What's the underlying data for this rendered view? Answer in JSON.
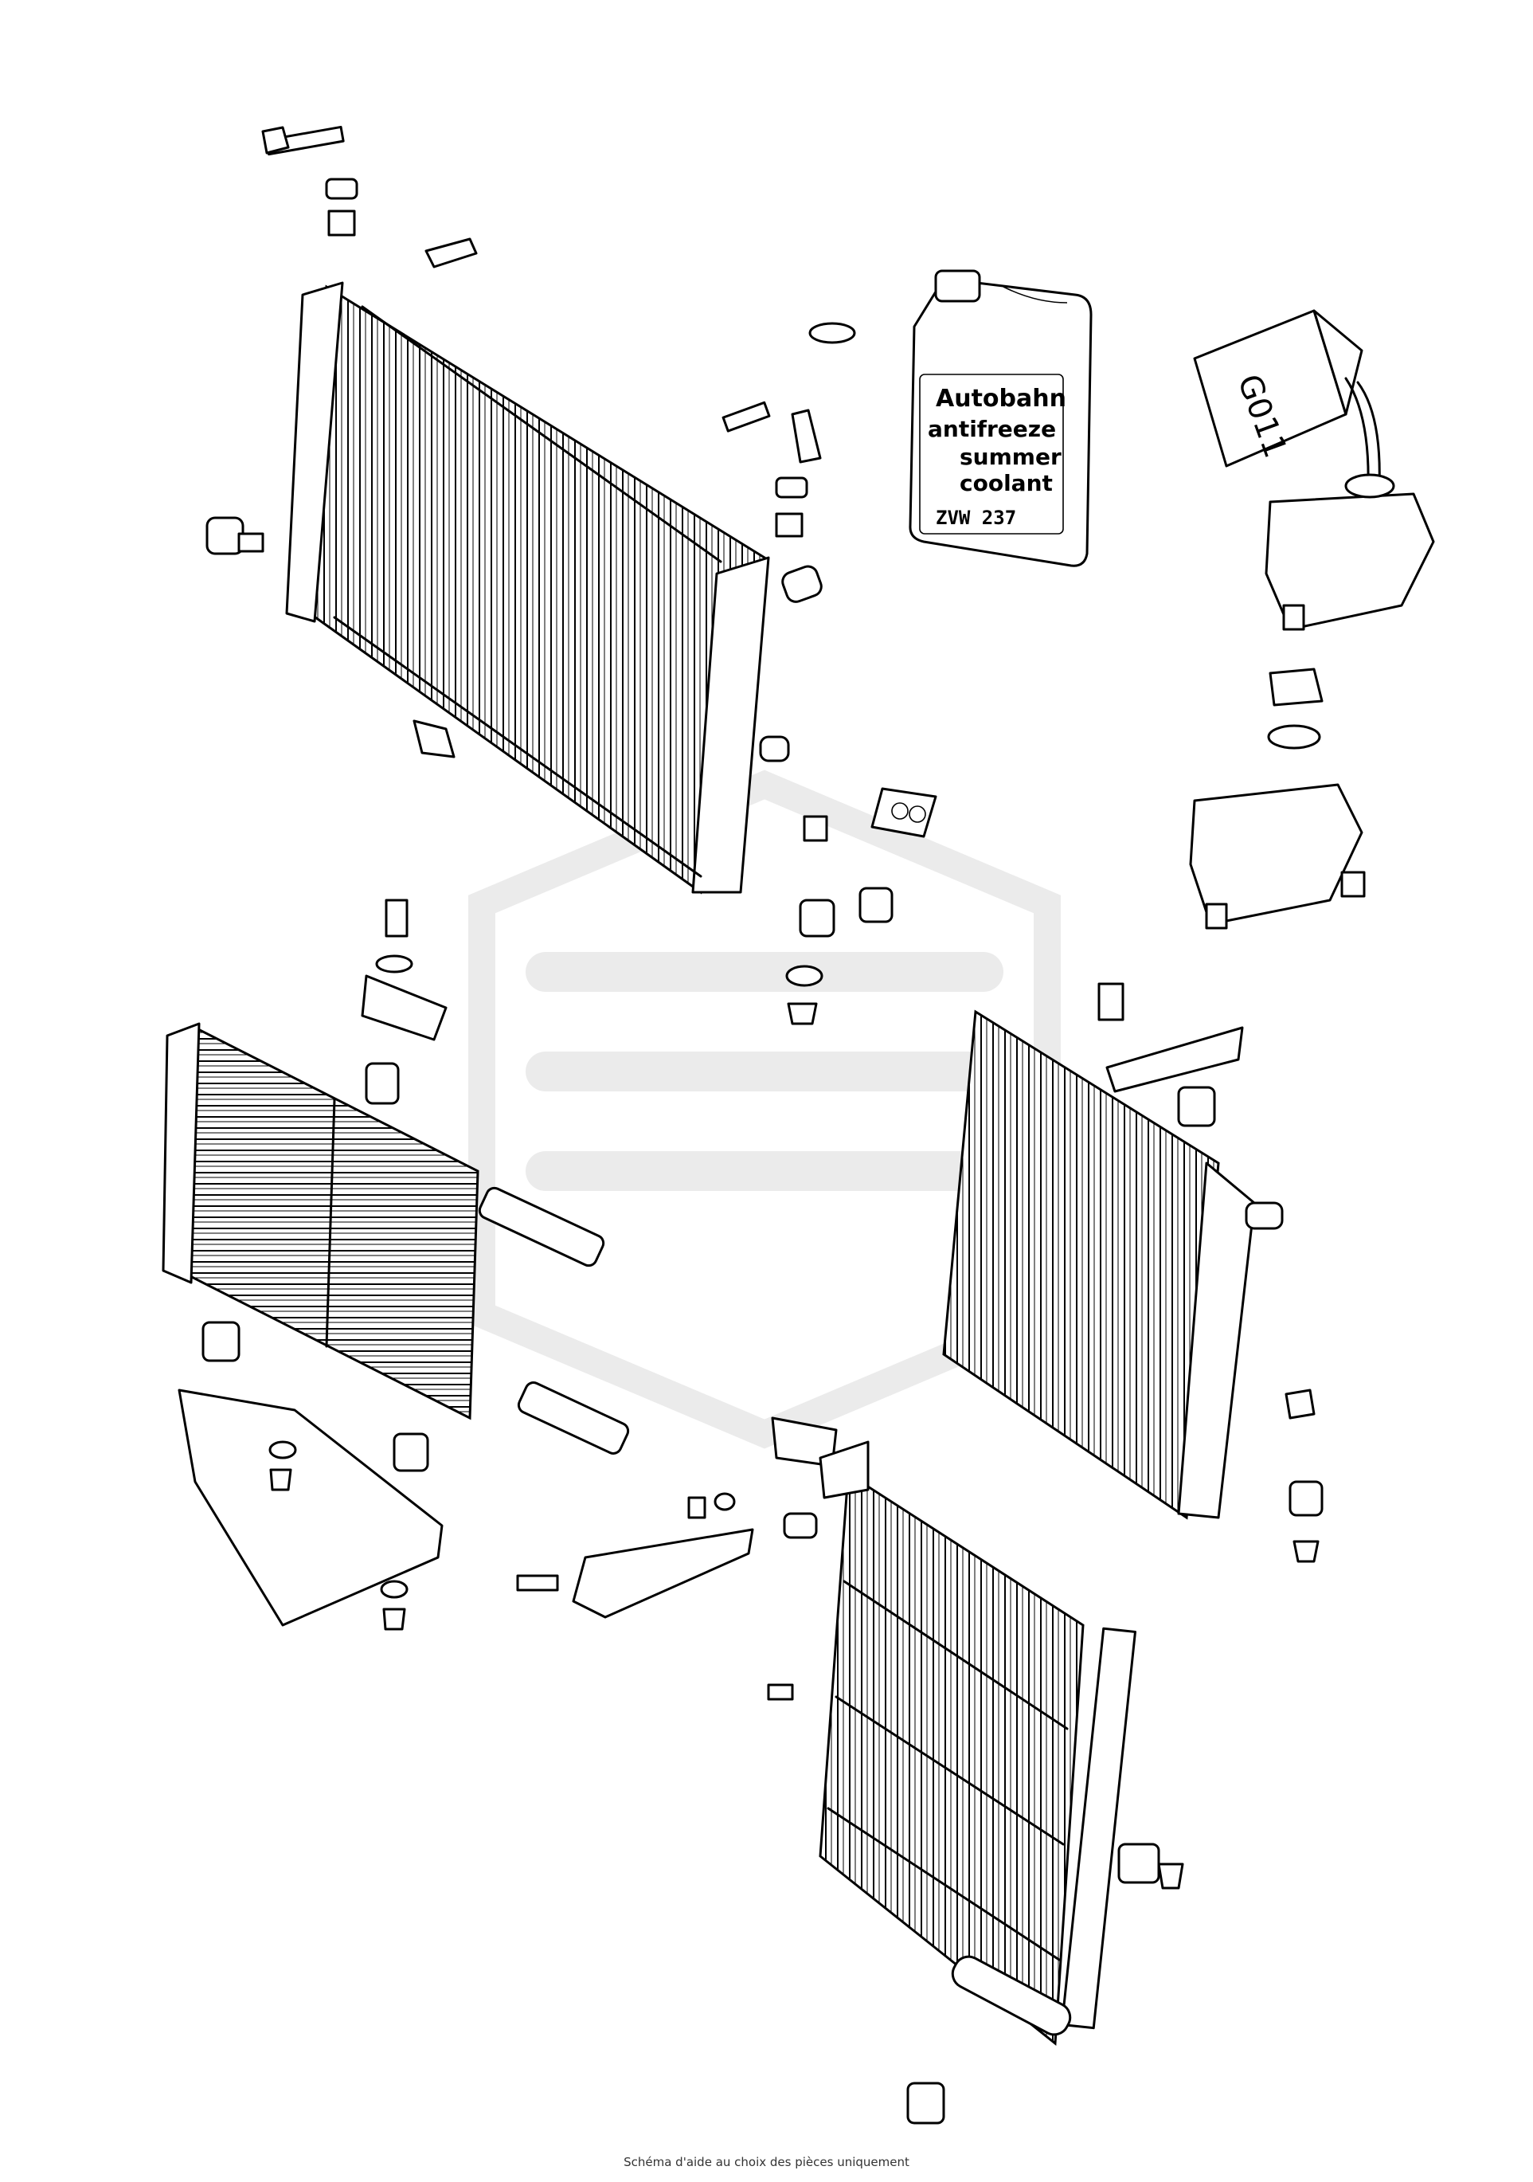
{
  "caption": "Schéma d'aide au choix des pièces uniquement",
  "coolant_bottle": {
    "line1": "Autobahn",
    "line2": "antifreeze",
    "line3": "summer",
    "line4": "coolant",
    "code": "ZVW 237"
  },
  "jug_label": "G011",
  "colors": {
    "ink": "#000000",
    "watermark": "#ebebeb",
    "background": "#ffffff"
  }
}
